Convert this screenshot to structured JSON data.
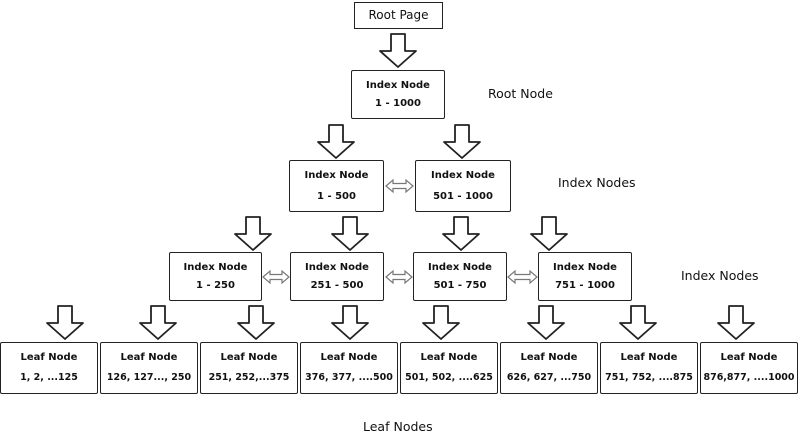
{
  "root_page": "Root Page",
  "labels": {
    "root_node": "Root Node",
    "index_nodes_1": "Index Nodes",
    "index_nodes_2": "Index Nodes",
    "leaf_nodes": "Leaf Nodes"
  },
  "root": {
    "title": "Index Node",
    "range": "1 - 1000"
  },
  "level1": [
    {
      "title": "Index Node",
      "range": "1 - 500"
    },
    {
      "title": "Index Node",
      "range": "501 - 1000"
    }
  ],
  "level2": [
    {
      "title": "Index Node",
      "range": "1 - 250"
    },
    {
      "title": "Index Node",
      "range": "251 - 500"
    },
    {
      "title": "Index Node",
      "range": "501 - 750"
    },
    {
      "title": "Index Node",
      "range": "751 - 1000"
    }
  ],
  "leaves": [
    {
      "title": "Leaf Node",
      "range": "1, 2, ...125"
    },
    {
      "title": "Leaf Node",
      "range": "126, 127..., 250"
    },
    {
      "title": "Leaf Node",
      "range": "251, 252,...375"
    },
    {
      "title": "Leaf Node",
      "range": "376, 377, ....500"
    },
    {
      "title": "Leaf Node",
      "range": "501, 502, ....625"
    },
    {
      "title": "Leaf Node",
      "range": "626, 627, ...750"
    },
    {
      "title": "Leaf Node",
      "range": "751, 752, ....875"
    },
    {
      "title": "Leaf Node",
      "range": "876,877, ....1000"
    }
  ]
}
